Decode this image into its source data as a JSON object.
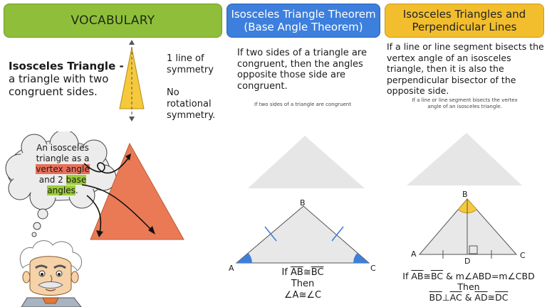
{
  "headers": {
    "vocabulary": "VOCABULARY",
    "theorem_line1": "Isosceles Triangle Theorem",
    "theorem_line2": "(Base Angle Theorem)",
    "perp_line1": "Isosceles Triangles and",
    "perp_line2": "Perpendicular Lines"
  },
  "vocab": {
    "term": "Isosceles Triangle -",
    "definition_line1": "a triangle with two",
    "definition_line2": "congruent sides.",
    "symmetry_line1": "1 line of",
    "symmetry_line2": "symmetry",
    "rot_line1": "No",
    "rot_line2": "rotational",
    "rot_line3": "symmetry."
  },
  "bubble": {
    "line1": "An isosceles",
    "line2": "triangle as a",
    "vertex": "vertex angle",
    "and2": "and 2",
    "base": "base",
    "angles": "angles",
    "period": "."
  },
  "theorem": {
    "text_line1": "If two sides of a triangle are",
    "text_line2": "congruent, then the angles",
    "text_line3": "opposite those side are",
    "text_line4": "congruent.",
    "caption": "If two sides of a triangle are congruent",
    "label_a": "A",
    "label_b": "B",
    "label_c": "C",
    "concl_if": "If",
    "concl_ab": "AB",
    "concl_cong": "≅",
    "concl_bc": "BC",
    "concl_then": "Then",
    "concl_angles": "∠A≅∠C"
  },
  "perp": {
    "text_line1": "If a line or line segment bisects the",
    "text_line2": "vertex angle of an isosceles",
    "text_line3": "triangle, then it is also the",
    "text_line4": "perpendicular bisector of the",
    "text_line5": "opposite side.",
    "caption_line1": "If a line or line segment bisects the vertex",
    "caption_line2": "angle of an isosceles triangle.",
    "label_a": "A",
    "label_b": "B",
    "label_c": "C",
    "label_d": "D",
    "concl_if": "If",
    "concl_ab": "AB",
    "concl_cong": "≅",
    "concl_bc": "BC",
    "concl_rest": "& m∠ABD=m∠CBD",
    "concl_then": "Then",
    "concl_bd": "BD",
    "concl_perp": "⊥",
    "concl_ac": "AC",
    "concl_amp": "&",
    "concl_ad": "AD",
    "concl_cong2": "≅",
    "concl_dc": "DC"
  },
  "colors": {
    "vocab_header": "#8fbf3a",
    "theorem_header": "#3d7fdc",
    "perp_header": "#f2be2e",
    "triangle_orange": "#ea7a55",
    "triangle_yellow": "#f6c93b",
    "triangle_gray": "#e6e6e6",
    "angle_blue": "#3d7fdc"
  }
}
